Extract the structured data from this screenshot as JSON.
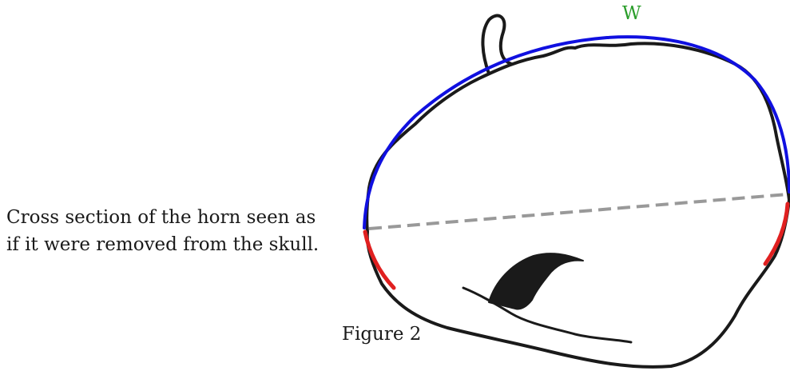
{
  "caption": {
    "line1": "Cross section of the horn seen as",
    "line2": "if it were removed from the skull."
  },
  "figure_label": "Figure 2",
  "w_label": "W",
  "colors": {
    "outline": "#1a1a1a",
    "width_arc": "#1010e0",
    "edge_marks": "#e02020",
    "dashed_line": "#999999",
    "w_label": "#2a9d2a",
    "text": "#1a1a1a"
  }
}
